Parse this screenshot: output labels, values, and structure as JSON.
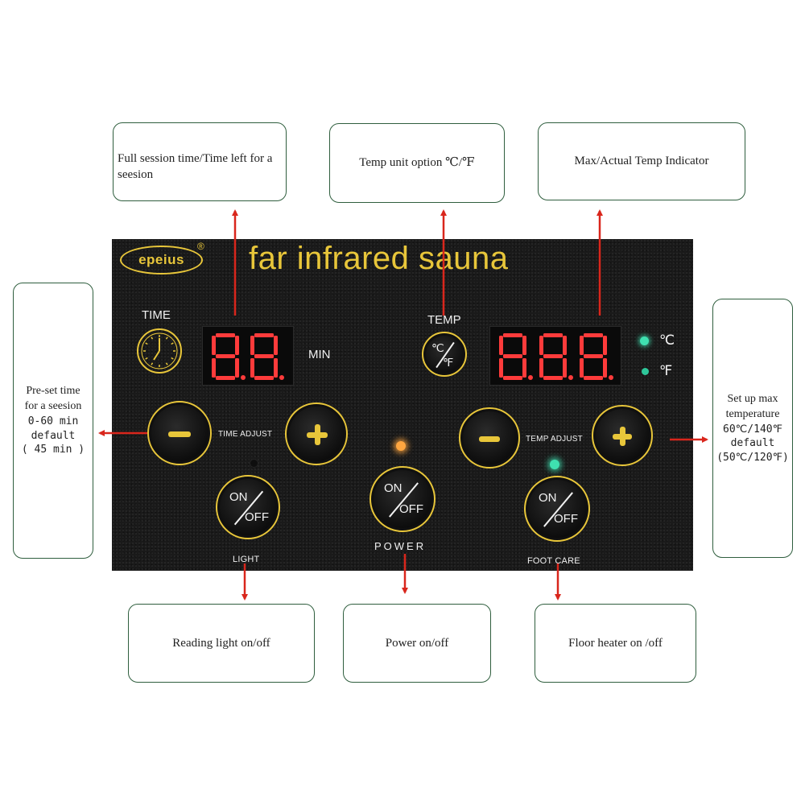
{
  "callouts": {
    "time_display": "Full session time/Time left for a seesion",
    "temp_unit": "Temp unit option ℃/℉",
    "temp_indicator": "Max/Actual Temp Indicator",
    "preset_time": {
      "lines": [
        "Pre-set time",
        "for a seesion"
      ],
      "mono_lines": [
        "0-60 min",
        "default",
        "( 45 min )"
      ]
    },
    "max_temp": {
      "lines": [
        "Set up max",
        "temperature"
      ],
      "mono_lines": [
        "60℃/140℉",
        "default",
        "(50℃/120℉)"
      ]
    },
    "reading_light": "Reading light on/off",
    "power": "Power on/off",
    "floor_heater": "Floor heater on /off"
  },
  "panel": {
    "logo": "epeius",
    "registered": "®",
    "title": "far infrared sauna",
    "time_label": "TIME",
    "min_label": "MIN",
    "temp_label": "TEMP",
    "unit_button": {
      "c": "℃",
      "f": "℉"
    },
    "indicator_c": "℃",
    "indicator_f": "℉",
    "time_adjust": "TIME ADJUST",
    "temp_adjust": "TEMP ADJUST",
    "on_label": "ON",
    "off_label": "OFF",
    "light_label": "LIGHT",
    "power_label": "POWER",
    "foot_care_label": "FOOT CARE"
  },
  "colors": {
    "panel_bg": "#1a1a1a",
    "gold": "#e8c63a",
    "arrow_red": "#d9261c",
    "callout_border": "#2f5e3e",
    "led_green": "#3fe0b0",
    "led_amber": "#ffa640",
    "segment_red": "#ff3b3b"
  }
}
